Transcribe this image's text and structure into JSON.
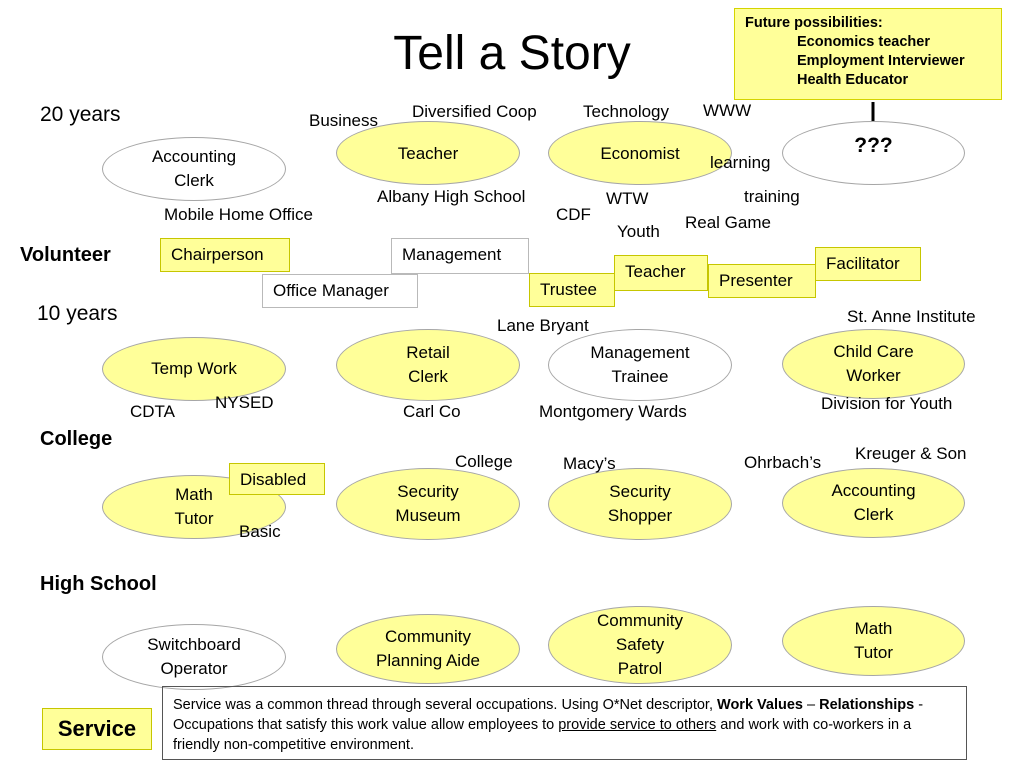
{
  "title": "Tell a Story",
  "future": {
    "heading": "Future possibilities:",
    "items": [
      "Economics teacher",
      "Employment Interviewer",
      "Health Educator"
    ]
  },
  "sections": {
    "twenty_years": "20 years",
    "volunteer": "Volunteer",
    "ten_years": "10 years",
    "college": "College",
    "high_school": "High School",
    "service": "Service"
  },
  "ovals": {
    "accounting_clerk_top": "Accounting\nClerk",
    "teacher": "Teacher",
    "economist": "Economist",
    "unknown": "???",
    "temp_work": "Temp Work",
    "retail_clerk": "Retail\nClerk",
    "management_trainee": "Management\nTrainee",
    "child_care_worker": "Child Care\nWorker",
    "math_tutor_college": "Math\nTutor",
    "security_museum": "Security\nMuseum",
    "security_shopper": "Security\nShopper",
    "accounting_clerk_college": "Accounting\nClerk",
    "switchboard_operator": "Switchboard\nOperator",
    "community_planning_aide": "Community\nPlanning Aide",
    "community_safety_patrol": "Community\nSafety\nPatrol",
    "math_tutor_hs": "Math\nTutor"
  },
  "labels": {
    "business": "Business",
    "diversified_coop": "Diversified Coop",
    "technology": "Technology",
    "www": "WWW",
    "learning": "learning",
    "albany_high_school": "Albany High School",
    "wtw": "WTW",
    "training": "training",
    "mobile_home_office": "Mobile Home Office",
    "cdf": "CDF",
    "real_game": "Real Game",
    "youth": "Youth",
    "lane_bryant": "Lane Bryant",
    "st_anne_institute": "St. Anne Institute",
    "nysed": "NYSED",
    "cdta": "CDTA",
    "carl_co": "Carl Co",
    "montgomery_wards": "Montgomery Wards",
    "division_for_youth": "Division for Youth",
    "kreuger_son": "Kreuger & Son",
    "college_small": "College",
    "macys": "Macy’s",
    "ohrbachs": "Ohrbach’s",
    "basic": "Basic"
  },
  "boxes": {
    "chairperson": "Chairperson",
    "management": "Management",
    "teacher": "Teacher",
    "facilitator": "Facilitator",
    "presenter": "Presenter",
    "trustee": "Trustee",
    "office_manager": "Office Manager",
    "disabled": "Disabled"
  },
  "note": {
    "part1": "Service was a common thread through several occupations.  Using O*Net descriptor, ",
    "bold1": "Work Values",
    "dash": " – ",
    "bold2": "Relationships",
    "part2": " - Occupations that satisfy this work value allow employees to ",
    "underlined": "provide service to others",
    "part3": " and work with co-workers in a friendly non-competitive environment."
  },
  "colors": {
    "highlight": "#ffff99",
    "oval_border": "#a6a6a6"
  }
}
